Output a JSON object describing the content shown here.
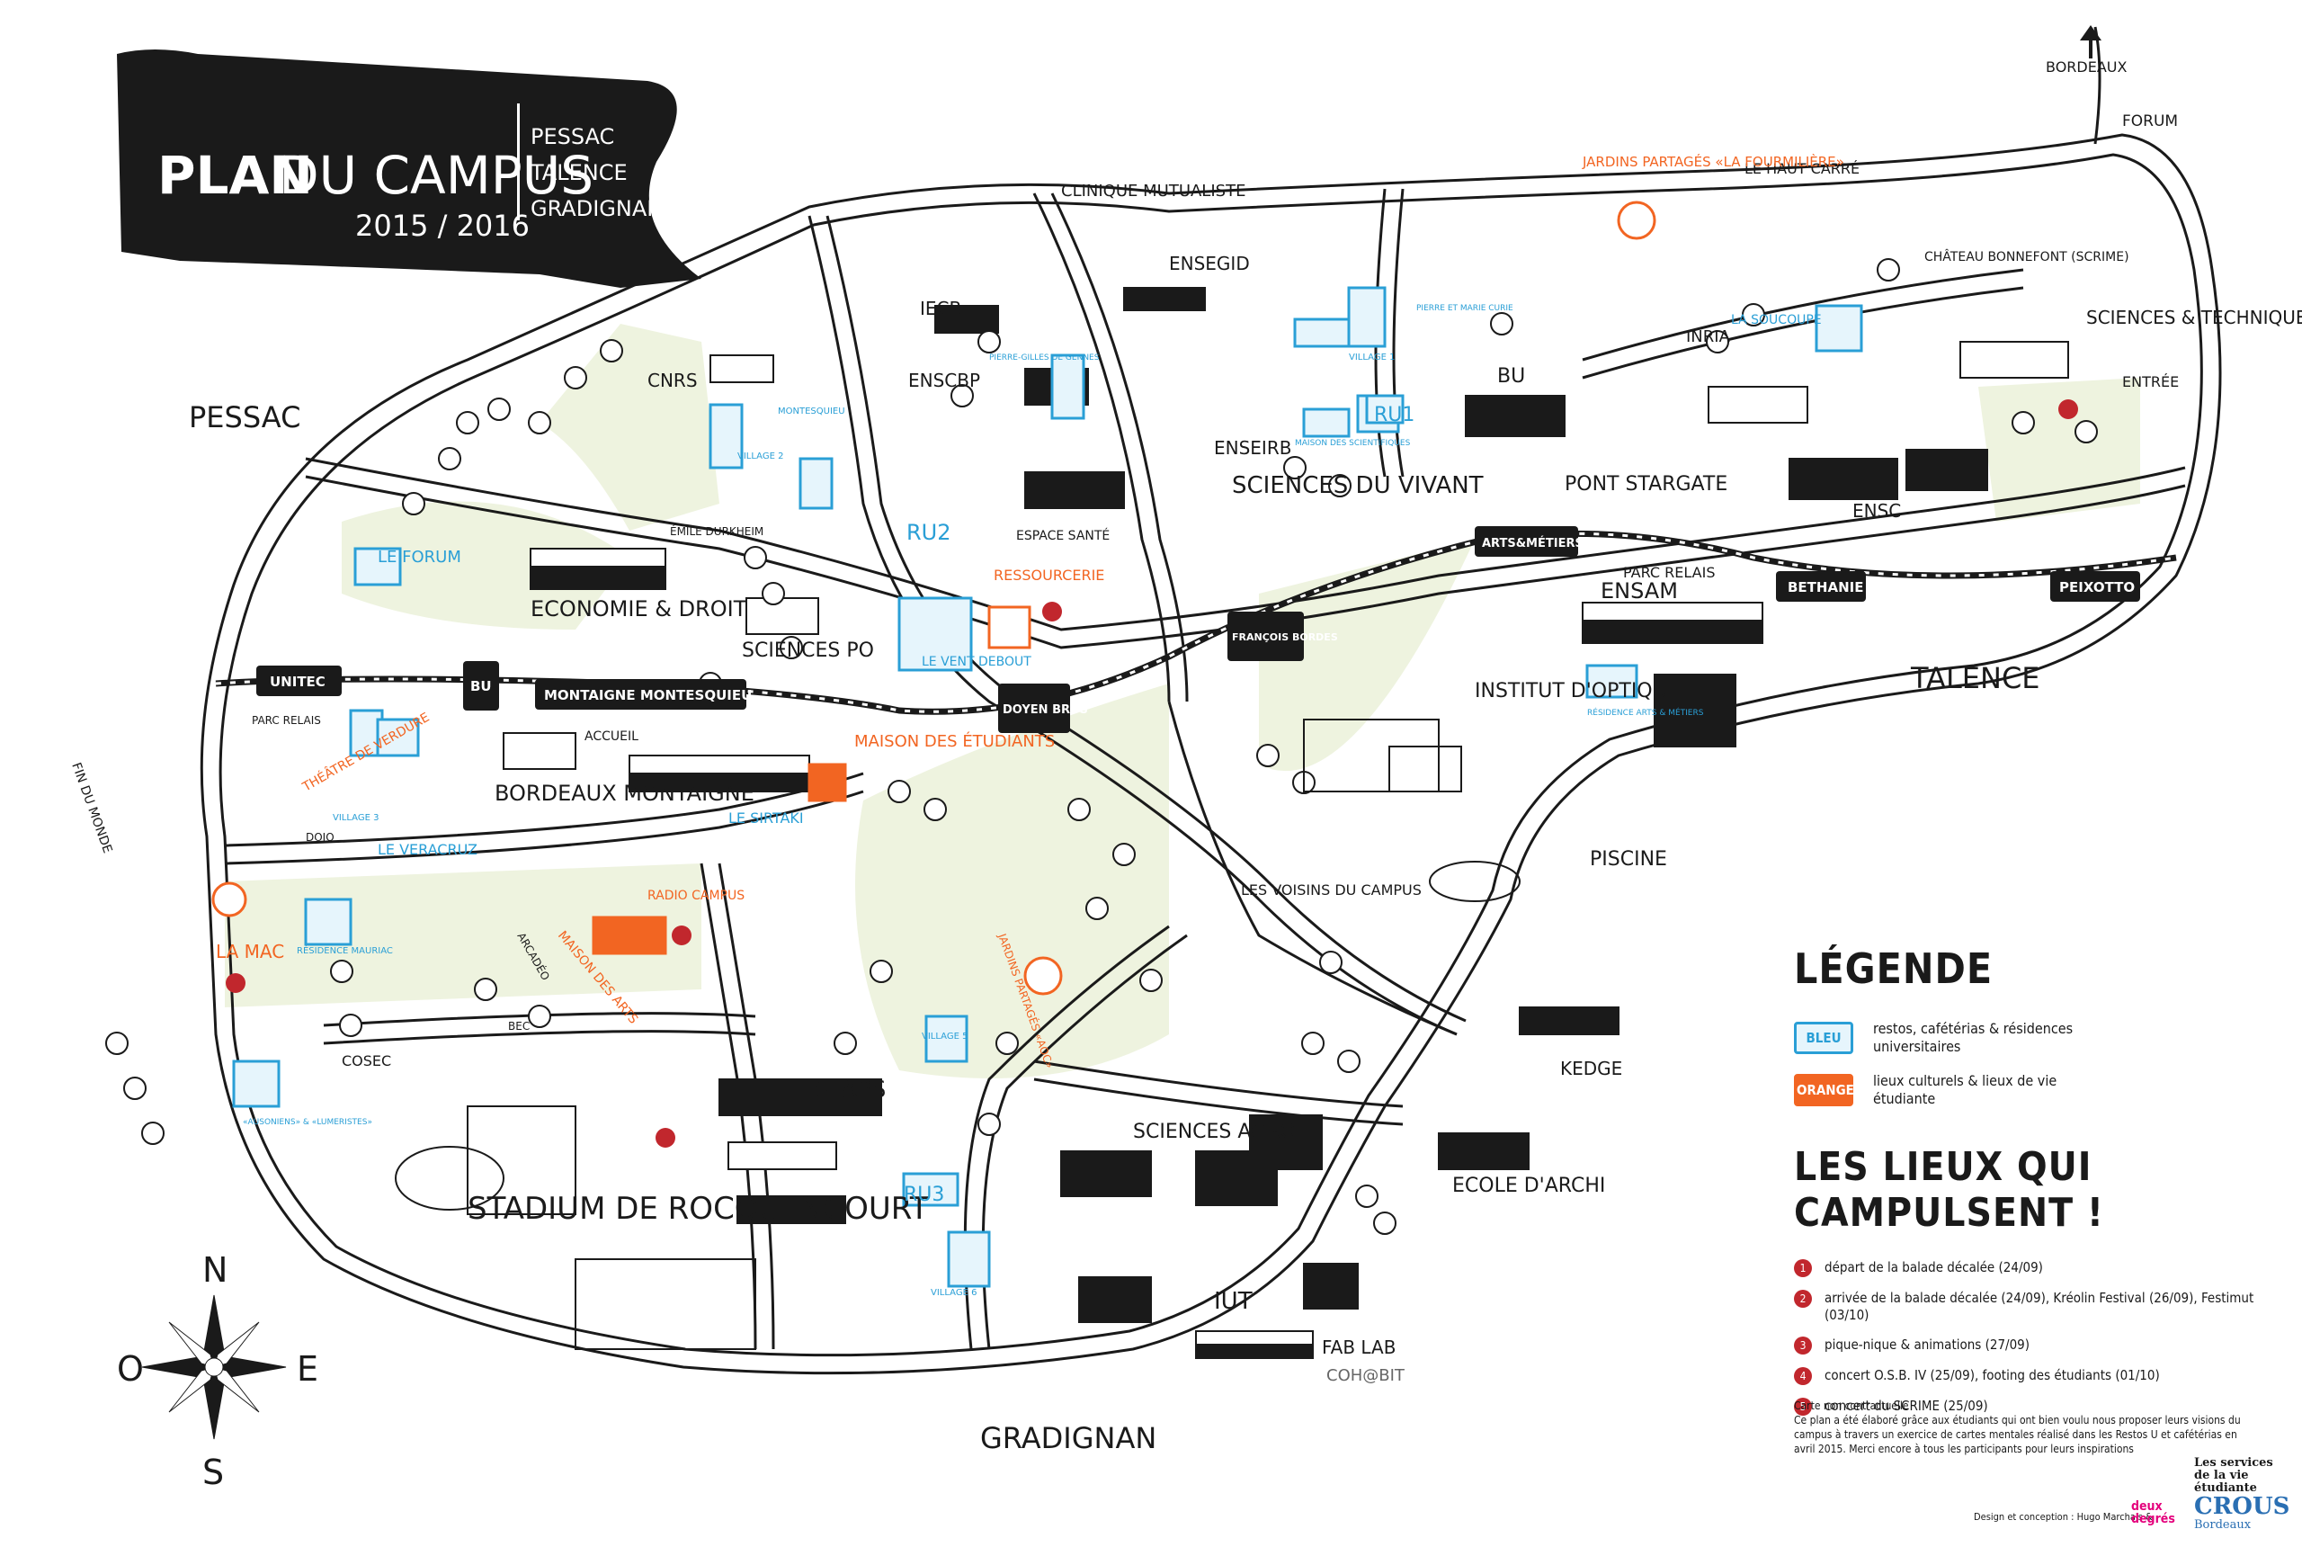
{
  "title": {
    "main_bold": "PLAN",
    "main_light": "DU CAMPUS",
    "year": "2015 / 2016",
    "cities": [
      "PESSAC",
      "TALENCE",
      "GRADIGNAN"
    ]
  },
  "directions": {
    "bordeaux": "BORDEAUX",
    "pessac": "PESSAC",
    "talence": "TALENCE",
    "gradignan": "GRADIGNAN",
    "fin_du_monde": "FIN DU MONDE",
    "forum": "FORUM"
  },
  "compass": {
    "n": "N",
    "s": "S",
    "e": "E",
    "o": "O"
  },
  "stations": [
    "UNITEC",
    "BU",
    "MONTAIGNE MONTESQUIEU",
    "DOYEN BRUS",
    "FRANÇOIS BORDES",
    "ARTS&MÉTIERS",
    "BETHANIE",
    "PEIXOTTO"
  ],
  "places_black": [
    "CLINIQUE MUTUALISTE",
    "ENSEGID",
    "IECB",
    "CNRS",
    "ENSCBP",
    "ENSEIRB",
    "SCIENCES DU VIVANT",
    "BU",
    "INRIA",
    "LE HAUT CARRÉ",
    "CHÂTEAU BONNEFONT (SCRIME)",
    "SCIENCES & TECHNIQUES",
    "ENTRÉE",
    "PONT STARGATE",
    "ENSC",
    "ECONOMIE & DROIT",
    "SCIENCES PO",
    "ESPACE SANTÉ",
    "ENSAM",
    "PARC RELAIS",
    "INSTITUT D'OPTIQUE",
    "BORDEAUX MONTAIGNE",
    "ACCUEIL",
    "PISCINE",
    "LES VOISINS DU CAMPUS",
    "KEDGE",
    "ECOLE D'ARCHI",
    "STAPS",
    "SCIENCES AGRO",
    "IUT",
    "FAB LAB",
    "COH@BIT",
    "STADIUM DE ROCQUENCOURT",
    "COSEC",
    "BEC",
    "ÉMILE DURKHEIM",
    "PARC RELAIS",
    "DOJO"
  ],
  "places_blue": [
    "RU1",
    "RU2",
    "RU3",
    "LE FORUM",
    "LE VERACRUZ",
    "LE SIRTAKI",
    "LE VENT DEBOUT",
    "LA SOUCOUPE",
    "VILLAGE 1",
    "VILLAGE 2",
    "VILLAGE 3",
    "VILLAGE 5",
    "VILLAGE 6",
    "MONTESQUIEU",
    "PIERRE ET MARIE CURIE",
    "PIERRE-GILLES DE GENNES",
    "MAISON DES SCIENTIFIQUES",
    "RÉSIDENCE ARTS & MÉTIERS",
    "RÉSIDENCE MAURIAC",
    "«AUSONIENS» & «LUMERISTES»"
  ],
  "places_orange": [
    "JARDINS PARTAGÉS «LA FOURMILIÈRE»",
    "RESSOURCERIE",
    "MAISON DES ÉTUDIANTS",
    "THÉÂTRE DE VERDURE",
    "RADIO CAMPUS",
    "MAISON DES ARTS",
    "LA MAC",
    "JARDINS PARTAGÉS «AOC»",
    "ARCADÉO"
  ],
  "legend": {
    "title": "LÉGENDE",
    "items": [
      {
        "chip": "BLEU",
        "color": "#2a9fd6",
        "text": "restos, cafétérias & résidences universitaires"
      },
      {
        "chip": "ORANGE",
        "color": "#f26522",
        "text": "lieux culturels & lieux de vie étudiante"
      }
    ]
  },
  "campulsent": {
    "title": "LES LIEUX QUI CAMPULSENT !",
    "events": [
      {
        "num": "1",
        "text": "départ de la balade décalée (24/09)"
      },
      {
        "num": "2",
        "text": "arrivée de la balade décalée (24/09), Kréolin Festival (26/09), Festimut (03/10)"
      },
      {
        "num": "3",
        "text": "pique-nique & animations (27/09)"
      },
      {
        "num": "4",
        "text": "concert O.S.B. IV (25/09), footing des étudiants (01/10)"
      },
      {
        "num": "5",
        "text": "concert du SCRIME (25/09)"
      }
    ]
  },
  "note": {
    "heading": "Carte non contractuelle",
    "body": "Ce plan a été élaboré grâce aux étudiants qui ont bien voulu nous proposer leurs visions du campus à travers un exercice de cartes mentales réalisé dans les Restos U et cafétérias en avril 2015. Merci encore à tous les participants pour leurs inspirations"
  },
  "credits": "Design et conception : Hugo Marchais &",
  "deux_degres": [
    "deux",
    "degrés"
  ],
  "crous": {
    "line1": "Les services de la vie étudiante",
    "line2": "CROUS",
    "line3": "Bordeaux"
  },
  "colors": {
    "blue": "#2a9fd6",
    "orange": "#f26522",
    "red": "#c1272d",
    "green": "#eef3df",
    "black": "#1a1a1a"
  }
}
